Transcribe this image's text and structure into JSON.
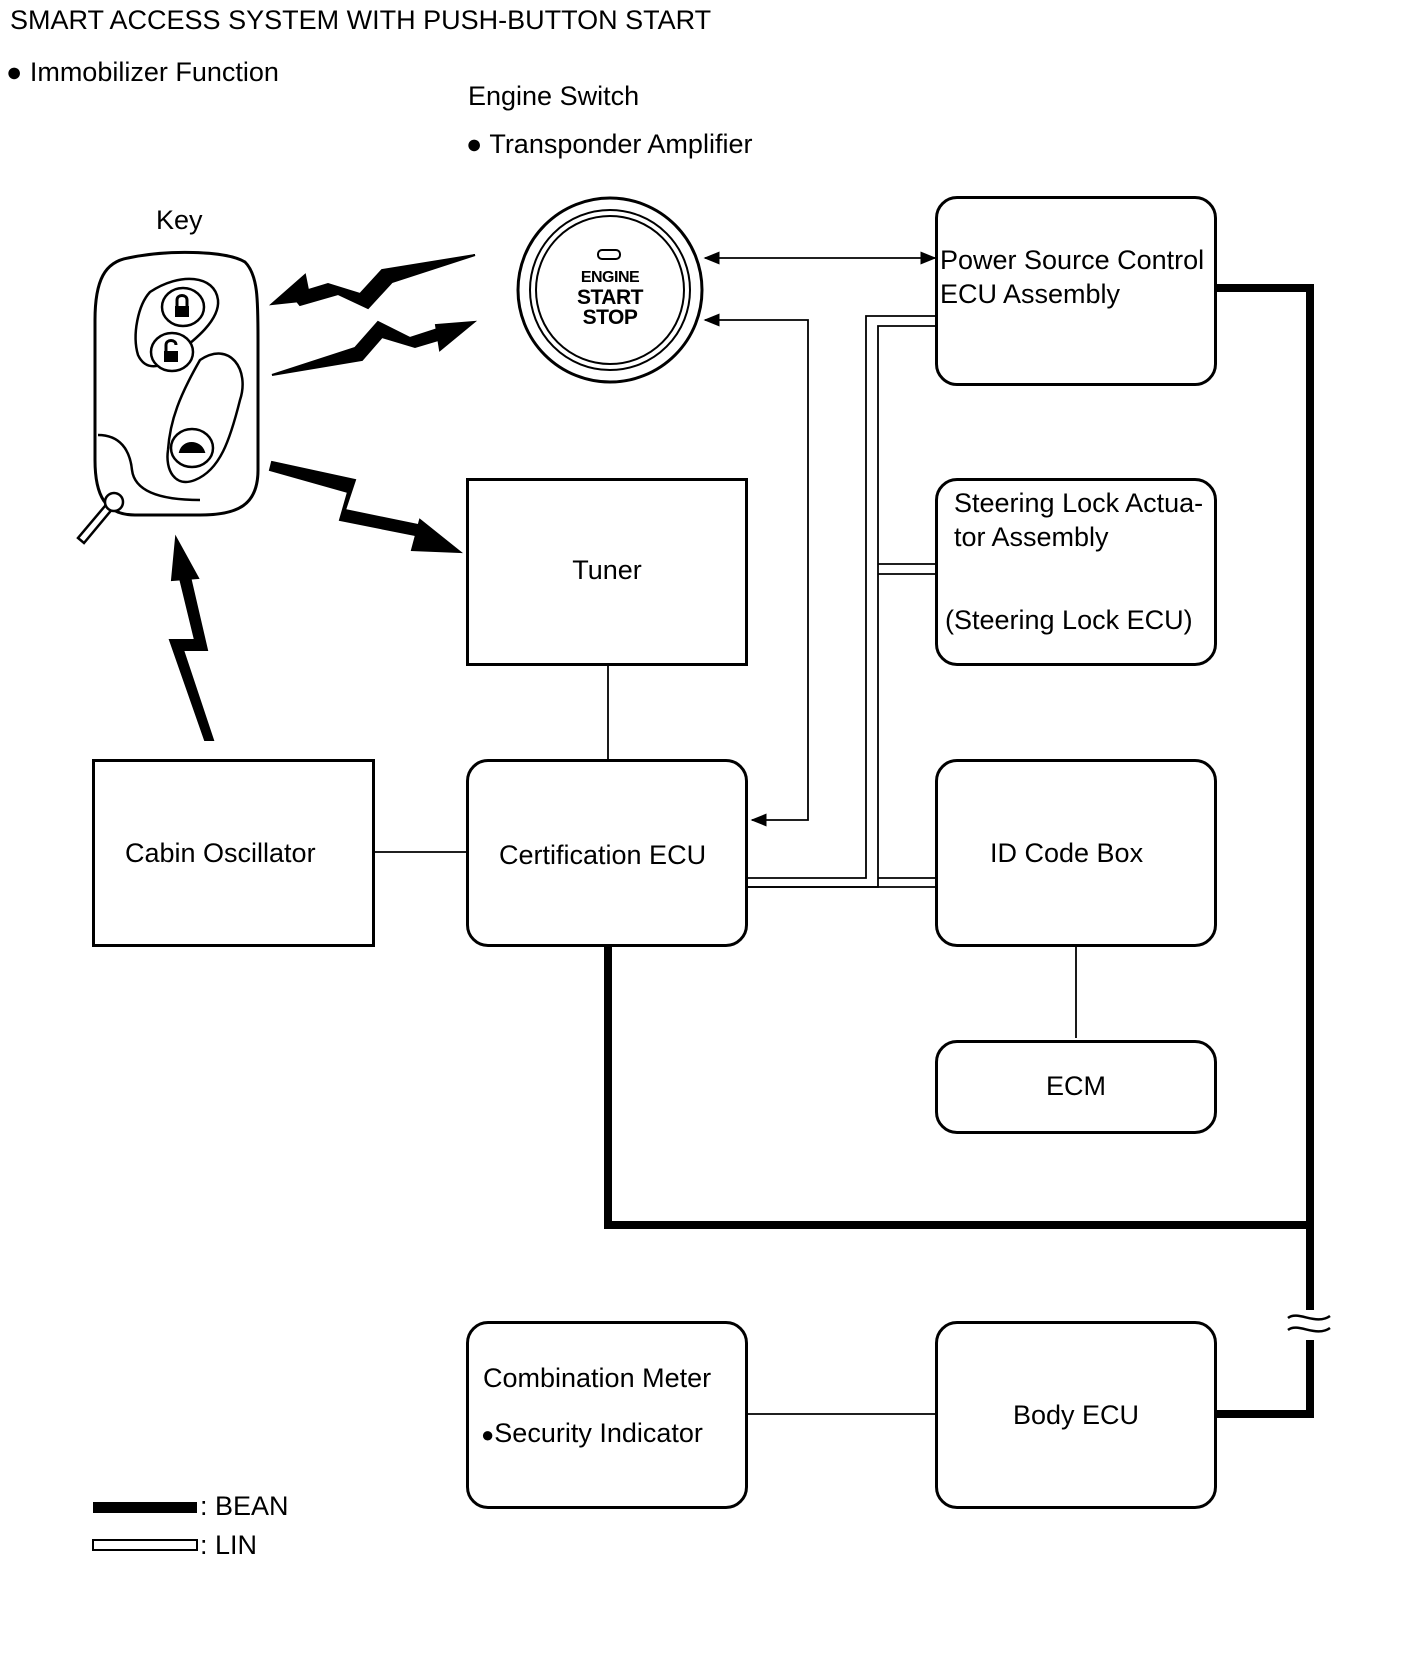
{
  "title": "SMART ACCESS SYSTEM WITH PUSH-BUTTON START",
  "function_bullet": "Immobilizer Function",
  "engine_switch": {
    "title": "Engine Switch",
    "bullet": "Transponder Amplifier",
    "button_line1": "ENGINE",
    "button_line2": "START",
    "button_line3": "STOP"
  },
  "key": {
    "label": "Key"
  },
  "boxes": {
    "power_source": {
      "line1": "Power Source Control",
      "line2": "ECU Assembly"
    },
    "steering_lock": {
      "line1": "Steering Lock Actua-",
      "line2": "tor Assembly",
      "line3": "(Steering Lock ECU)"
    },
    "tuner": "Tuner",
    "cabin_oscillator": "Cabin Oscillator",
    "certification_ecu": "Certification ECU",
    "id_code_box": "ID Code Box",
    "ecm": "ECM",
    "combination_meter": {
      "line1": "Combination Meter",
      "bullet": "Security Indicator"
    },
    "body_ecu": "Body ECU"
  },
  "legend": {
    "bean": ": BEAN",
    "lin": ": LIN"
  }
}
